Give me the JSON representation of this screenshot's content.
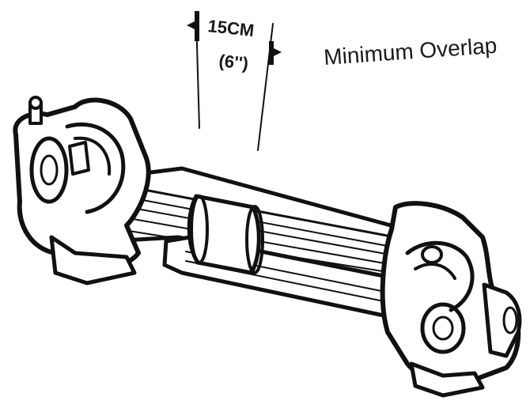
{
  "labels": {
    "overlap_title": "Minimum Overlap",
    "measure_metric": "15CM",
    "measure_imperial": "(6'')"
  },
  "colors": {
    "ink": "#111111",
    "paper": "#ffffff"
  }
}
